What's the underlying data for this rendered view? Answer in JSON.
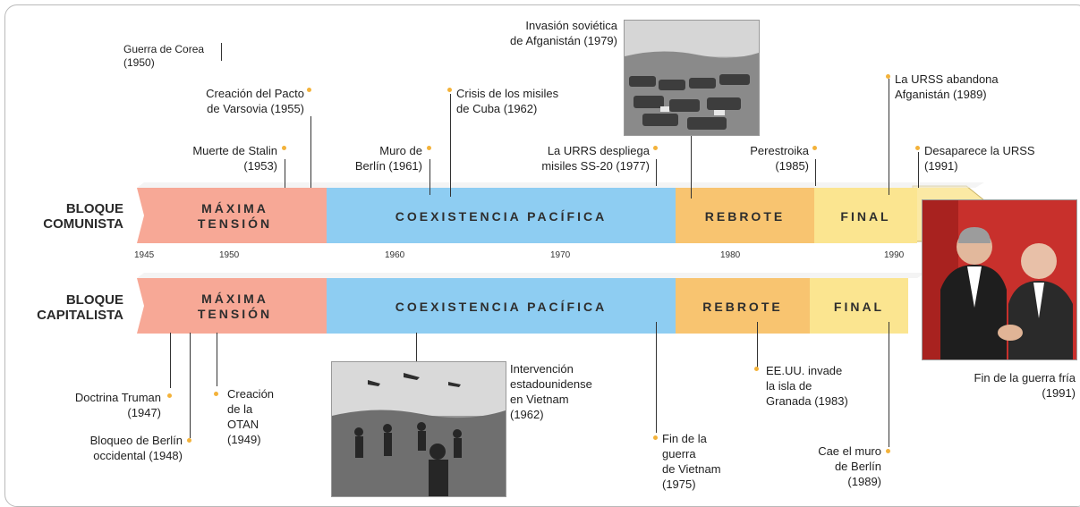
{
  "blocks": {
    "communist": "BLOQUE\nCOMUNISTA",
    "capitalist": "BLOQUE\nCAPITALISTA"
  },
  "periods_top": {
    "maxima": "MÁXIMA\nTENSIÓN",
    "coexistencia": "COEXISTENCIA PACÍFICA",
    "rebrote": "REBROTE",
    "final": "FINAL"
  },
  "periods_bottom": {
    "maxima": "MÁXIMA\nTENSIÓN",
    "coexistencia": "COEXISTENCIA PACÍFICA",
    "rebrote": "REBROTE",
    "final": "FINAL"
  },
  "years": [
    "1945",
    "1950",
    "1960",
    "1970",
    "1980",
    "1990"
  ],
  "events_top": {
    "corea": "Guerra de Corea\n(1950)",
    "varsovia": "Creación del Pacto\nde Varsovia (1955)",
    "stalin": "Muerte de Stalin\n(1953)",
    "muro": "Muro de\nBerlín (1961)",
    "cuba": "Crisis de los misiles\nde Cuba (1962)",
    "ss20": "La URRS despliega\nmisiles SS-20 (1977)",
    "afganistan": "Invasión soviética\nde Afganistán (1979)",
    "perestroika": "Perestroika\n(1985)",
    "abandona": "La URSS abandona\nAfganistán (1989)",
    "desaparece": "Desaparece la URSS\n(1991)"
  },
  "events_bottom": {
    "truman": "Doctrina Truman\n(1947)",
    "bloqueo": "Bloqueo de Berlín\noccidental (1948)",
    "otan": "Creación\nde la\nOTAN\n(1949)",
    "vietnam_int": "Intervención\nestadounidense\nen Vietnam\n(1962)",
    "vietnam_fin": "Fin de la\nguerra\nde Vietnam\n(1975)",
    "granada": "EE.UU. invade\nla isla de\nGranada (1983)",
    "muro_cae": "Cae el muro\nde Berlín\n(1989)",
    "fin_guerra": "Fin de la guerra fría\n(1991)"
  },
  "colors": {
    "maxima": "#f7a896",
    "coexistencia": "#8ecdf2",
    "rebrote": "#f8c470",
    "final": "#fbe590",
    "dot": "#f3b23a"
  }
}
